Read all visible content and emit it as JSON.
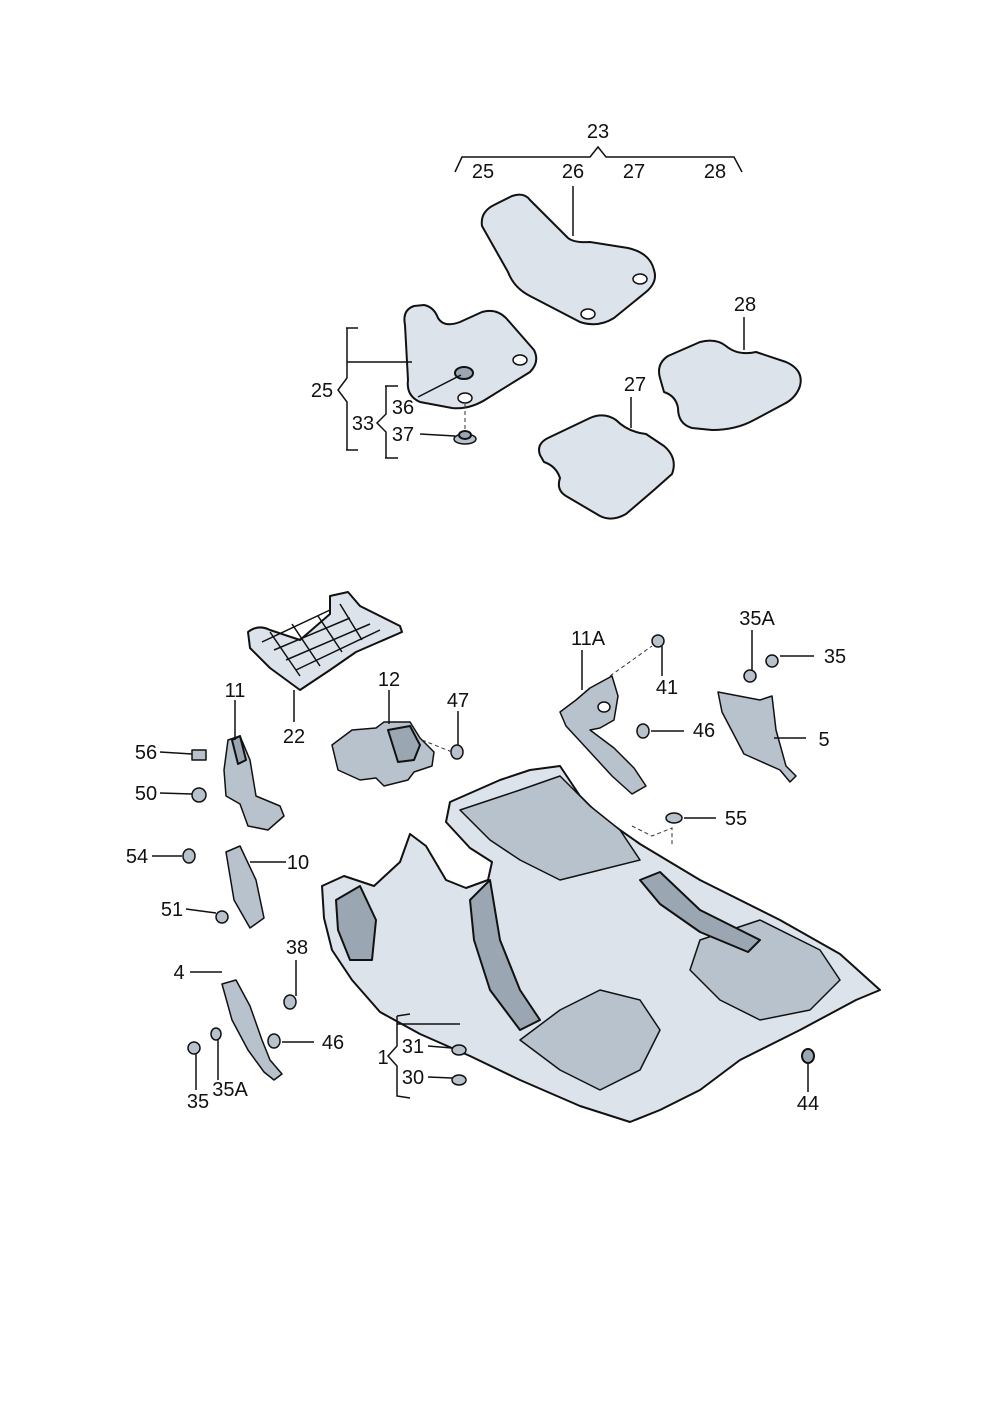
{
  "callouts": {
    "c23_top": "23",
    "c25_set": "25",
    "c26_set": "26",
    "c27_set": "27",
    "c28_set": "28",
    "c28": "28",
    "c27": "27",
    "c25": "25",
    "c33": "33",
    "c36": "36",
    "c37": "37",
    "c35A_r": "35A",
    "c35_r": "35",
    "c11A": "11A",
    "c41": "41",
    "c46_r": "46",
    "c5": "5",
    "c55": "55",
    "c12": "12",
    "c47": "47",
    "c11": "11",
    "c22": "22",
    "c56": "56",
    "c50": "50",
    "c54": "54",
    "c10": "10",
    "c51": "51",
    "c38": "38",
    "c4": "4",
    "c46_l": "46",
    "c35_l": "35",
    "c35A_l": "35A",
    "c1": "1",
    "c31": "31",
    "c30": "30",
    "c44": "44"
  }
}
